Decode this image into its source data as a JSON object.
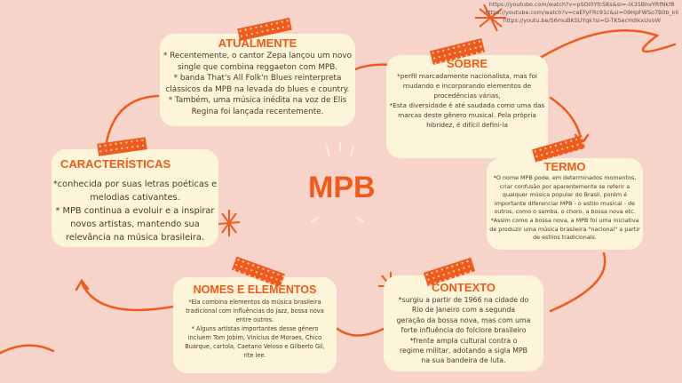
{
  "title": "MPB",
  "links": [
    "https://youtube.com/watch?v=pSOl0YfcSKs&si=-iX35BhvYRfNkf8",
    "https://youtube.com/watch?v=caEFyFRc91c&si=09HpFWSo7B0b_kli",
    "https://youtu.be/S6muBKSUYqk?si=D-TKSecHdlkxUvoW"
  ],
  "sections": {
    "atualmente": {
      "heading": "ATUALMENTE",
      "text": "* Recentemente, o cantor Zepa lançou um novo\nsingle que combina reggaeton com MPB.\n* banda That's All Folk'n Blues reinterpreta\nclássicos da MPB na levada do blues e country.\n* Também, uma música inédita na voz de Elis\nRegina foi lançada recentemente."
    },
    "sobre": {
      "heading": "SOBRE",
      "text": "*perfil marcadamente nacionalista, mas foi\nmudando e incorporando elementos de\nprocedências várias,\n*Esta diversidade é até saudada como uma das\nmarcas deste gênero musical. Pela própria\nhibridez, é difícil defini-la"
    },
    "termo": {
      "heading": "TERMO",
      "text": "*O nome MPB pode, em determinados momentos,\ncriar confusão por aparentemente se referir a\nqualquer música popular do Brasil, porém é\nimportante diferenciar MPB - o estilo musical - de\noutros, como o samba, o choro, a bossa nova etc.\n*Assim como a bossa nova, a MPB foi uma iniciativa\nde produzir uma música brasileira \"nacional\" a partir\nde estilos tradicionais."
    },
    "caracteristicas": {
      "heading": "CARACTERÍSTICAS",
      "text": "*conhecida por suas letras poéticas e\nmelodias cativantes.\n* MPB continua a evoluir e a inspirar\nnovos artistas, mantendo sua\nrelevância na música brasileira."
    },
    "nomes": {
      "heading": "NOMES E ELEMENTOS",
      "text": "*Ela combina elementos da música brasileira\ntradicional com influências do jazz, bossa nova\nentre outros.\n* Alguns artistas importantes desse gênero\nincluem Tom Jobim, Vinicius de Moraes, Chico\nBuarque, cartola, Caetano Veloso e Gilberto Gil,\nrite lee."
    },
    "contexto": {
      "heading": "CONTEXTO",
      "text": "*surgiu a partir de 1966 na cidade do\nRio de Janeiro com a segunda\ngeração da bossa nova, mas com uma\nforte influência do folclore brasileiro\n*frente ampla cultural contra o\nregime militar, adotando a sigla MPB\nna sua bandeira de luta."
    }
  },
  "colors": {
    "background": "#f7d4c9",
    "card": "#fcf5d9",
    "accent": "#f05a1a"
  }
}
